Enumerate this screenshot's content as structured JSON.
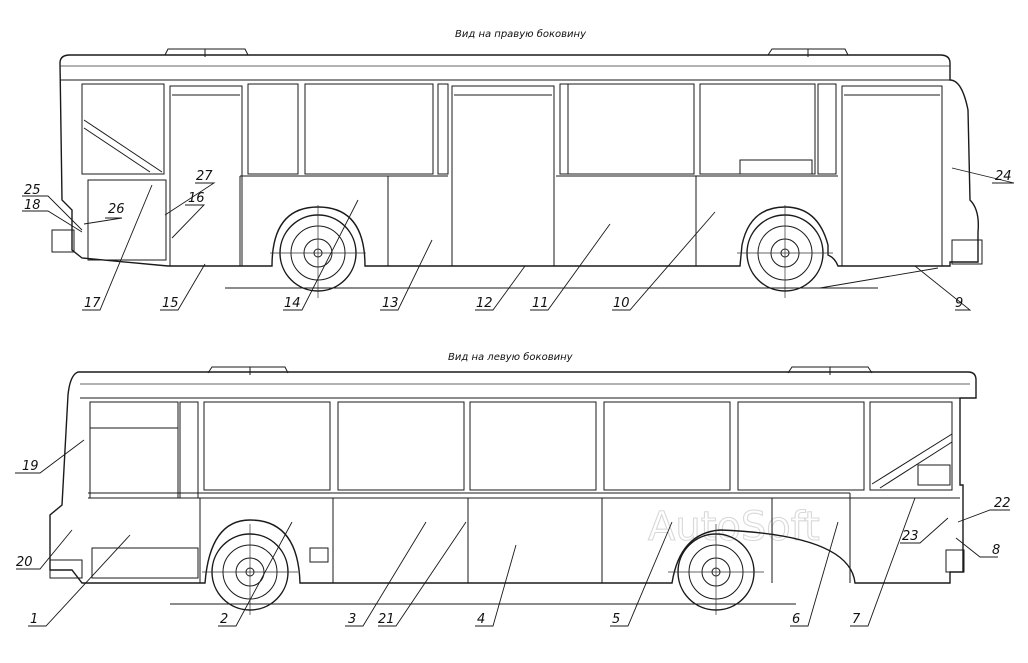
{
  "views": {
    "right": {
      "title": "Вид на правую боковину"
    },
    "left": {
      "title": "Вид на левую боковину"
    }
  },
  "watermark": "AutoSoft",
  "callouts": {
    "c1": "1",
    "c2": "2",
    "c3": "3",
    "c4": "4",
    "c5": "5",
    "c6": "6",
    "c7": "7",
    "c8": "8",
    "c9": "9",
    "c10": "10",
    "c11": "11",
    "c12": "12",
    "c13": "13",
    "c14": "14",
    "c15": "15",
    "c16": "16",
    "c17": "17",
    "c18": "18",
    "c19": "19",
    "c20": "20",
    "c21": "21",
    "c22": "22",
    "c23": "23",
    "c24": "24",
    "c25": "25",
    "c26": "26",
    "c27": "27"
  }
}
